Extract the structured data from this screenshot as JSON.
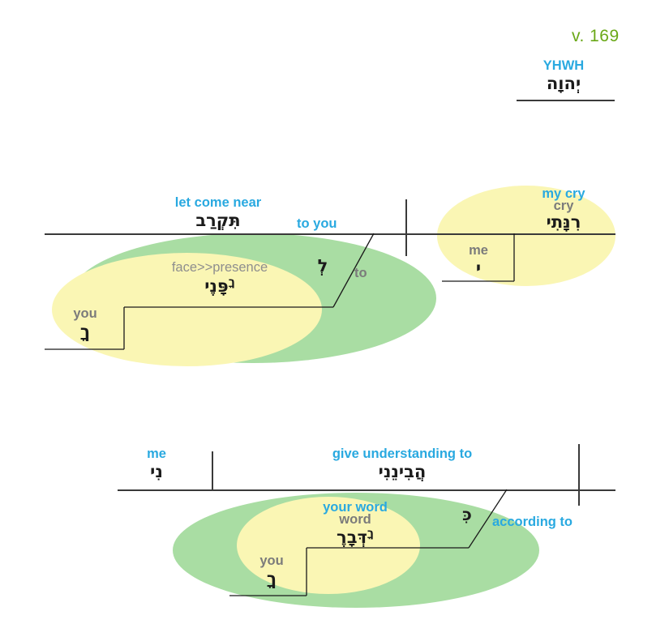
{
  "verse": {
    "label": "v. 169"
  },
  "heading": {
    "gloss": "YHWH",
    "hebrew": "יְהוָה"
  },
  "colors": {
    "gloss_blue": "#29a9e0",
    "gloss_gray": "#7b7b7b",
    "verse_green": "#6aa818",
    "ellipse_yellow": "#faf6b4",
    "ellipse_green": "#a9dda3",
    "line": "#3a3a3a",
    "hebrew": "#1b1b1b"
  },
  "clause1": {
    "verb": {
      "gloss": "let come near",
      "hebrew": "תִּקְרַב"
    },
    "to_you": {
      "gloss": "to you"
    },
    "preposition": {
      "hebrew": "לְ",
      "gloss": "to"
    },
    "object_phrase": {
      "gloss_light": "face>>presence",
      "gloss_bold": "",
      "hebrew": "פָּנֶי",
      "hebrew_suffix": "ךָ"
    },
    "possessor": {
      "gloss": "you",
      "hebrew": "ךָ"
    },
    "subject": {
      "gloss_blue": "my cry",
      "gloss_gray": "cry",
      "hebrew": "רִנָּתִי"
    },
    "subject_possessor": {
      "gloss": "me",
      "hebrew": "י"
    }
  },
  "clause2": {
    "object": {
      "gloss": "me",
      "hebrew": "נִי"
    },
    "verb": {
      "gloss": "give understanding to",
      "hebrew": "הֲבִינֵנִי"
    },
    "adjunct_gloss": "according to",
    "preposition": {
      "hebrew": "כִּ"
    },
    "noun_phrase": {
      "gloss_blue": "your word",
      "gloss_gray": "word",
      "hebrew": "דְּבָרֶ",
      "hebrew_suffix": "ךָ"
    },
    "possessor": {
      "gloss": "you",
      "hebrew": "ךָ"
    }
  }
}
